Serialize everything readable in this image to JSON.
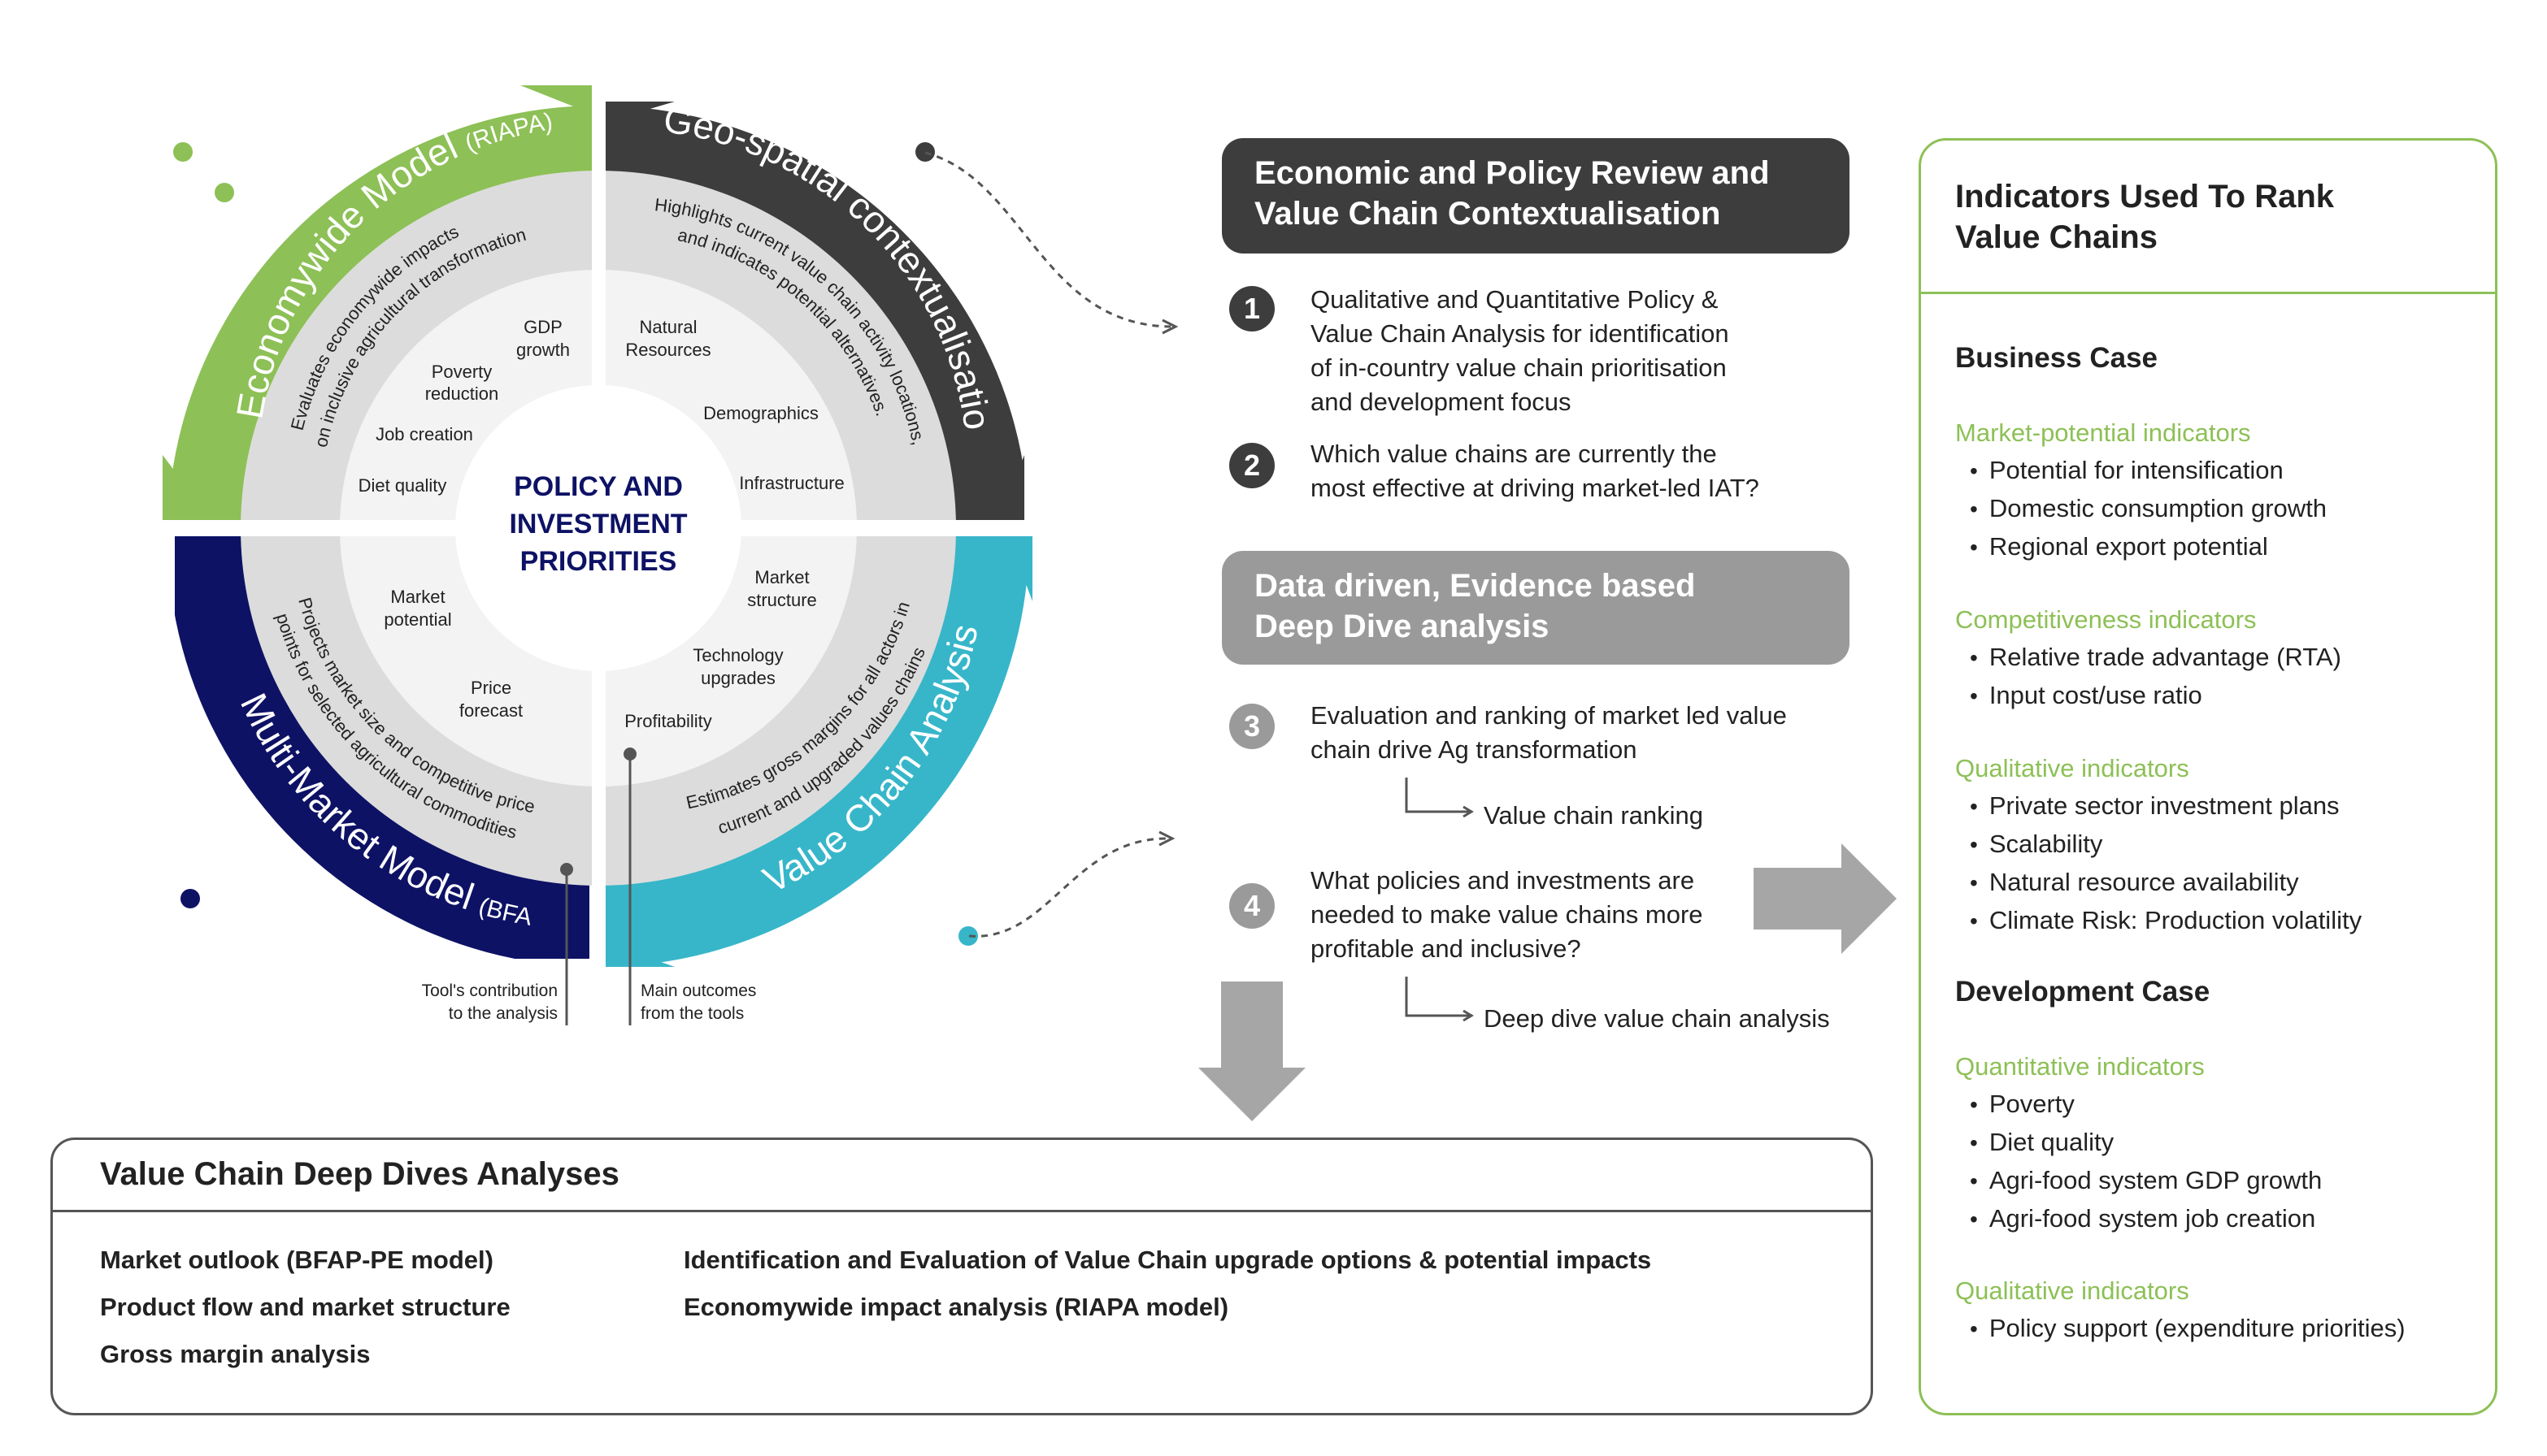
{
  "wheel": {
    "center": [
      "POLICY AND",
      "INVESTMENT",
      "PRIORITIES"
    ],
    "quadrants": {
      "economywide": {
        "title": "Economywide Model",
        "tag": "(RIAPA)",
        "color": "#8dc056",
        "description": [
          "Evaluates economywide impacts",
          "on inclusive agricultural transformation"
        ],
        "outcomes": [
          [
            "GDP",
            "growth"
          ],
          [
            "Poverty",
            "reduction"
          ],
          [
            "Job creation"
          ],
          [
            "Diet quality"
          ]
        ]
      },
      "geospatial": {
        "title": "Geo-spatial contextualisation",
        "color": "#3d3d3d",
        "description": [
          "Highlights current value chain activity locations,",
          "and indicates potential alternatives."
        ],
        "outcomes": [
          [
            "Natural",
            "Resources"
          ],
          [
            "Demographics"
          ],
          [
            "Infrastructure"
          ]
        ]
      },
      "multimarket": {
        "title": "Multi-Market Model",
        "tag": "(BFAP-PE)",
        "color": "#0d1265",
        "description": [
          "Projects market size and competitive price",
          "points for selected agricultural commodities"
        ],
        "outcomes": [
          [
            "Market",
            "potential"
          ],
          [
            "Price",
            "forecast"
          ]
        ]
      },
      "valuechain": {
        "title": "Value Chain Analysis",
        "color": "#37b6c9",
        "description": [
          "Estimates gross margins for all actors in",
          "current and upgraded values chains"
        ],
        "outcomes": [
          [
            "Market",
            "structure"
          ],
          [
            "Technology",
            "upgrades"
          ],
          [
            "Profitability"
          ]
        ]
      }
    },
    "callouts": {
      "contribution": [
        "Tool's contribution",
        "to the analysis"
      ],
      "outcomes": [
        "Main outcomes",
        "from the tools"
      ]
    },
    "dots": {
      "green": "#8dc056",
      "dark": "#3d3d3d",
      "navy": "#0d1265",
      "teal": "#37b6c9"
    }
  },
  "steps": {
    "header1": [
      "Economic and Policy Review and",
      "Value Chain Contextualisation"
    ],
    "header2": [
      "Data driven, Evidence based",
      "Deep Dive analysis"
    ],
    "items": [
      {
        "num": "1",
        "lines": [
          "Qualitative and Quantitative Policy &",
          "Value Chain Analysis for identification",
          "of in-country value chain prioritisation",
          "and  development focus"
        ]
      },
      {
        "num": "2",
        "lines": [
          "Which value chains are currently the",
          "most effective at driving market-led IAT?"
        ]
      },
      {
        "num": "3",
        "lines": [
          "Evaluation and ranking of market led value",
          "chain drive Ag transformation"
        ],
        "result": "Value chain ranking"
      },
      {
        "num": "4",
        "lines": [
          "What policies and investments are",
          "needed to make value chains more",
          "profitable and inclusive?"
        ],
        "result": "Deep dive value chain analysis"
      }
    ]
  },
  "indicators": {
    "title": [
      "Indicators Used To Rank",
      "Value Chains"
    ],
    "business_case": {
      "heading": "Business Case",
      "groups": [
        {
          "label": "Market-potential indicators",
          "items": [
            "Potential for intensification",
            "Domestic consumption growth",
            "Regional export potential"
          ]
        },
        {
          "label": "Competitiveness indicators",
          "items": [
            "Relative trade advantage (RTA)",
            "Input cost/use ratio"
          ]
        },
        {
          "label": "Qualitative indicators",
          "items": [
            "Private sector investment plans",
            "Scalability",
            "Natural resource availability",
            "Climate Risk: Production volatility"
          ]
        }
      ]
    },
    "development_case": {
      "heading": "Development Case",
      "groups": [
        {
          "label": "Quantitative indicators",
          "items": [
            "Poverty",
            "Diet quality",
            "Agri-food system GDP growth",
            "Agri-food system job creation"
          ]
        },
        {
          "label": "Qualitative indicators",
          "items": [
            "Policy support (expenditure priorities)"
          ]
        }
      ]
    }
  },
  "deep_dives": {
    "title": "Value Chain Deep Dives Analyses",
    "left": [
      "Market outlook (BFAP-PE model)",
      "Product flow and market structure",
      "Gross margin analysis"
    ],
    "right": [
      "Identification and Evaluation of Value Chain upgrade options & potential impacts",
      "Economywide impact analysis (RIAPA model)"
    ]
  }
}
